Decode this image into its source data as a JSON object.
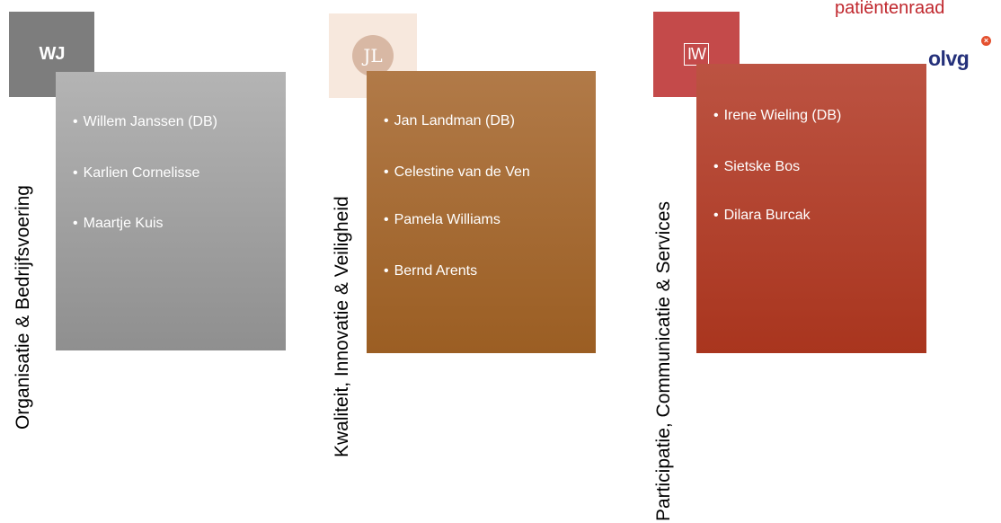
{
  "brand": {
    "name": "patiëntenraad",
    "logo": "olvg"
  },
  "groups": [
    {
      "title": "Organisatie & Bedrijfsvoering",
      "initials": "WJ",
      "members": [
        "Willem Janssen (DB)",
        "Karlien Cornelisse",
        "Maartje Kuis"
      ]
    },
    {
      "title": "Kwaliteit, Innovatie & Veiligheid",
      "initials": "JL",
      "members": [
        "Jan Landman (DB)",
        "Celestine van de Ven",
        "Pamela Williams",
        "Bernd Arents"
      ]
    },
    {
      "title": "Participatie, Communicatie & Services",
      "initials": "IW",
      "members": [
        "Irene Wieling (DB)",
        "Sietske Bos",
        "Dilara Burcak"
      ]
    }
  ],
  "colors": {
    "group1_panel": "#9a9a9a",
    "group1_avatar": "#7d7d7d",
    "group2_panel": "#a5652a",
    "group2_avatar": "#f7e8dd",
    "group3_panel": "#b53a26",
    "group3_avatar": "#c44a4a",
    "brand": "#c0272d",
    "logo": "#24307a"
  }
}
